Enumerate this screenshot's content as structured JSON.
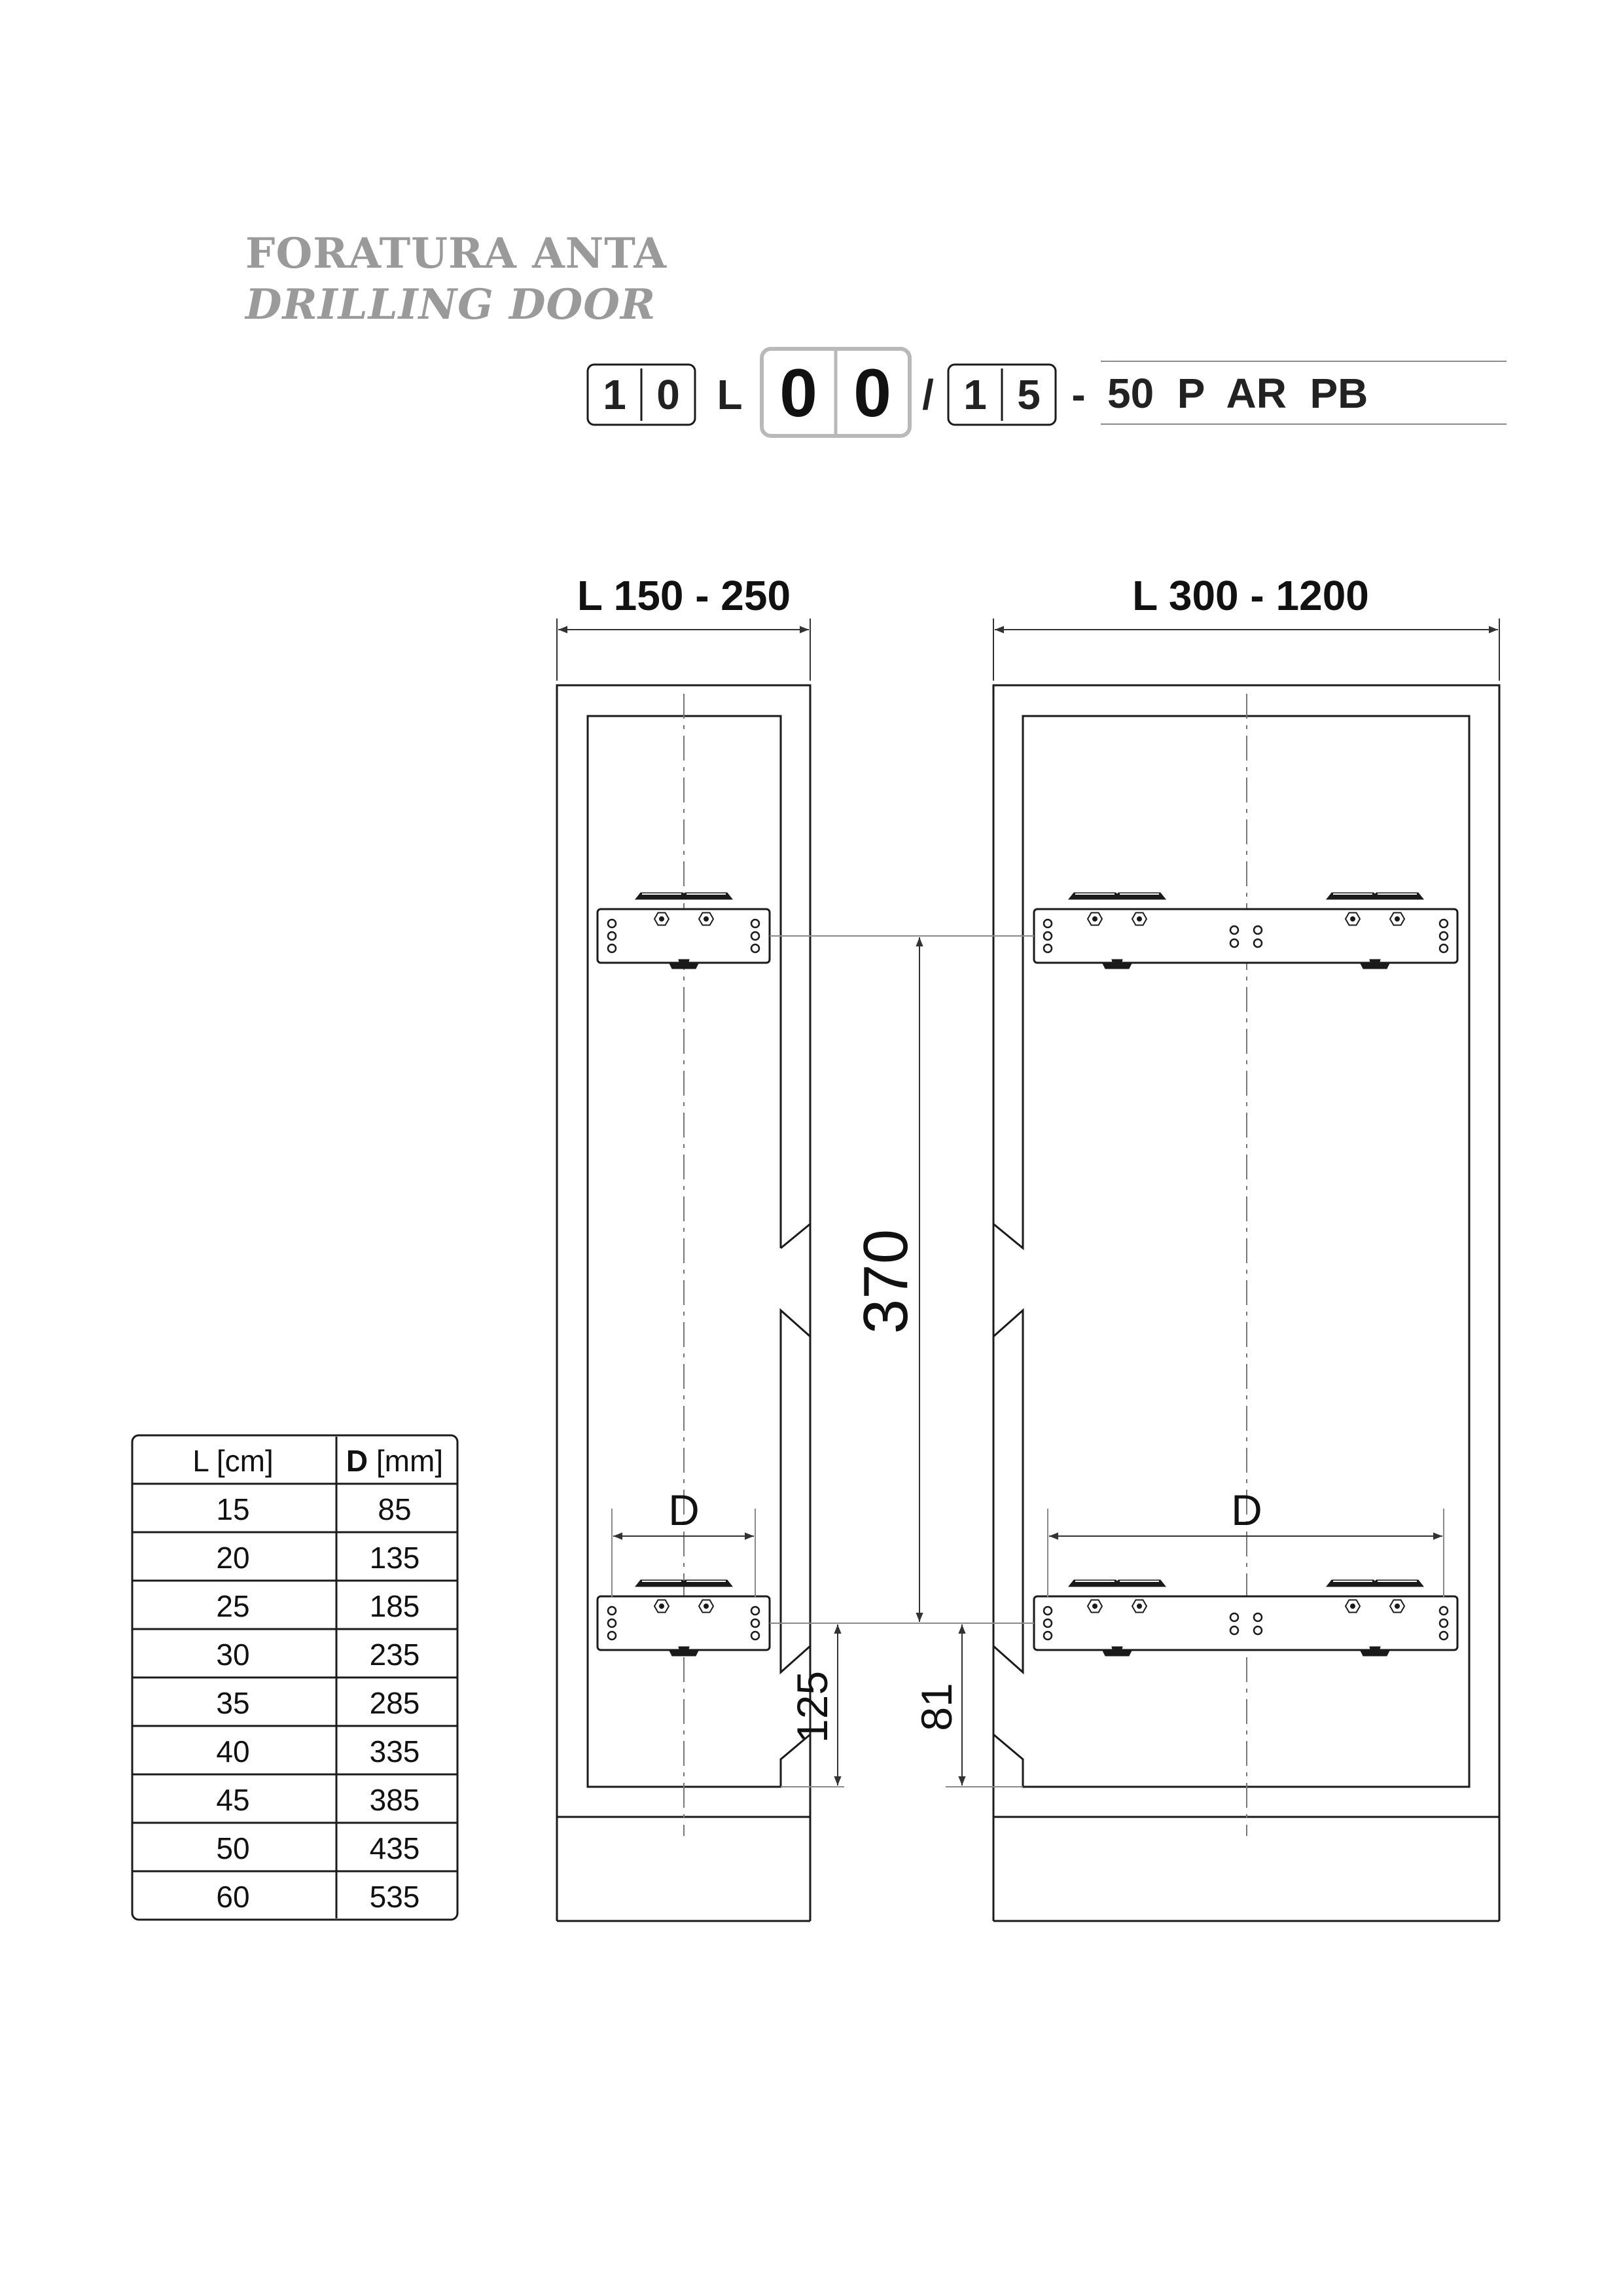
{
  "title": {
    "it": "FORATURA ANTA",
    "en": "DRILLING DOOR"
  },
  "code": {
    "box1": [
      "1",
      "0"
    ],
    "l_letter": "L",
    "box2": [
      "0",
      "0"
    ],
    "slash": "/",
    "box3": [
      "1",
      "5"
    ],
    "dash": "-",
    "suffix": "50  P  AR  PB"
  },
  "diagram": {
    "range_narrow": "L 150 - 250",
    "range_wide": "L 300 - 1200",
    "d_label": "D",
    "dim_370": "370",
    "dim_125": "125",
    "dim_81": "81"
  },
  "table": {
    "headers": {
      "col1": "L [cm]",
      "col2_bold": "D",
      "col2_unit": " [mm]"
    },
    "rows": [
      [
        "15",
        "85"
      ],
      [
        "20",
        "135"
      ],
      [
        "25",
        "185"
      ],
      [
        "30",
        "235"
      ],
      [
        "35",
        "285"
      ],
      [
        "40",
        "335"
      ],
      [
        "45",
        "385"
      ],
      [
        "50",
        "435"
      ],
      [
        "60",
        "535"
      ]
    ]
  }
}
